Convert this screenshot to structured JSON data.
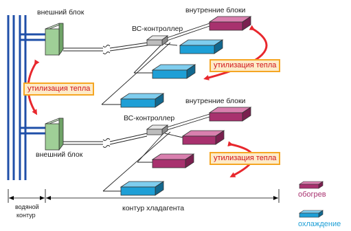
{
  "labels": {
    "outdoor_unit_top": "внешний блок",
    "outdoor_unit_bottom": "внешний блок",
    "indoor_units_top": "внутренние блоки",
    "indoor_units_bottom": "внутренние блоки",
    "bc_controller_top": "ВС-контроллер",
    "bc_controller_bottom": "ВС-контроллер",
    "water_circuit_line1": "водяной",
    "water_circuit_line2": "контур",
    "refrigerant_circuit": "контур хладагента"
  },
  "heat_recovery_tags": [
    "утилизация тепла",
    "утилизация тепла",
    "утилизация тепла"
  ],
  "legend": {
    "heating": "обогрев",
    "cooling": "охлаждение"
  },
  "colors": {
    "heating": "#a8316e",
    "cooling": "#1e9fd6",
    "water_pipe": "#1f4fa8",
    "outdoor_unit": "#9fcf97",
    "arrow": "#e8272d",
    "tag_border": "#f5a623",
    "tag_fill": "#fdebc8",
    "tag_text": "#d0121b"
  }
}
